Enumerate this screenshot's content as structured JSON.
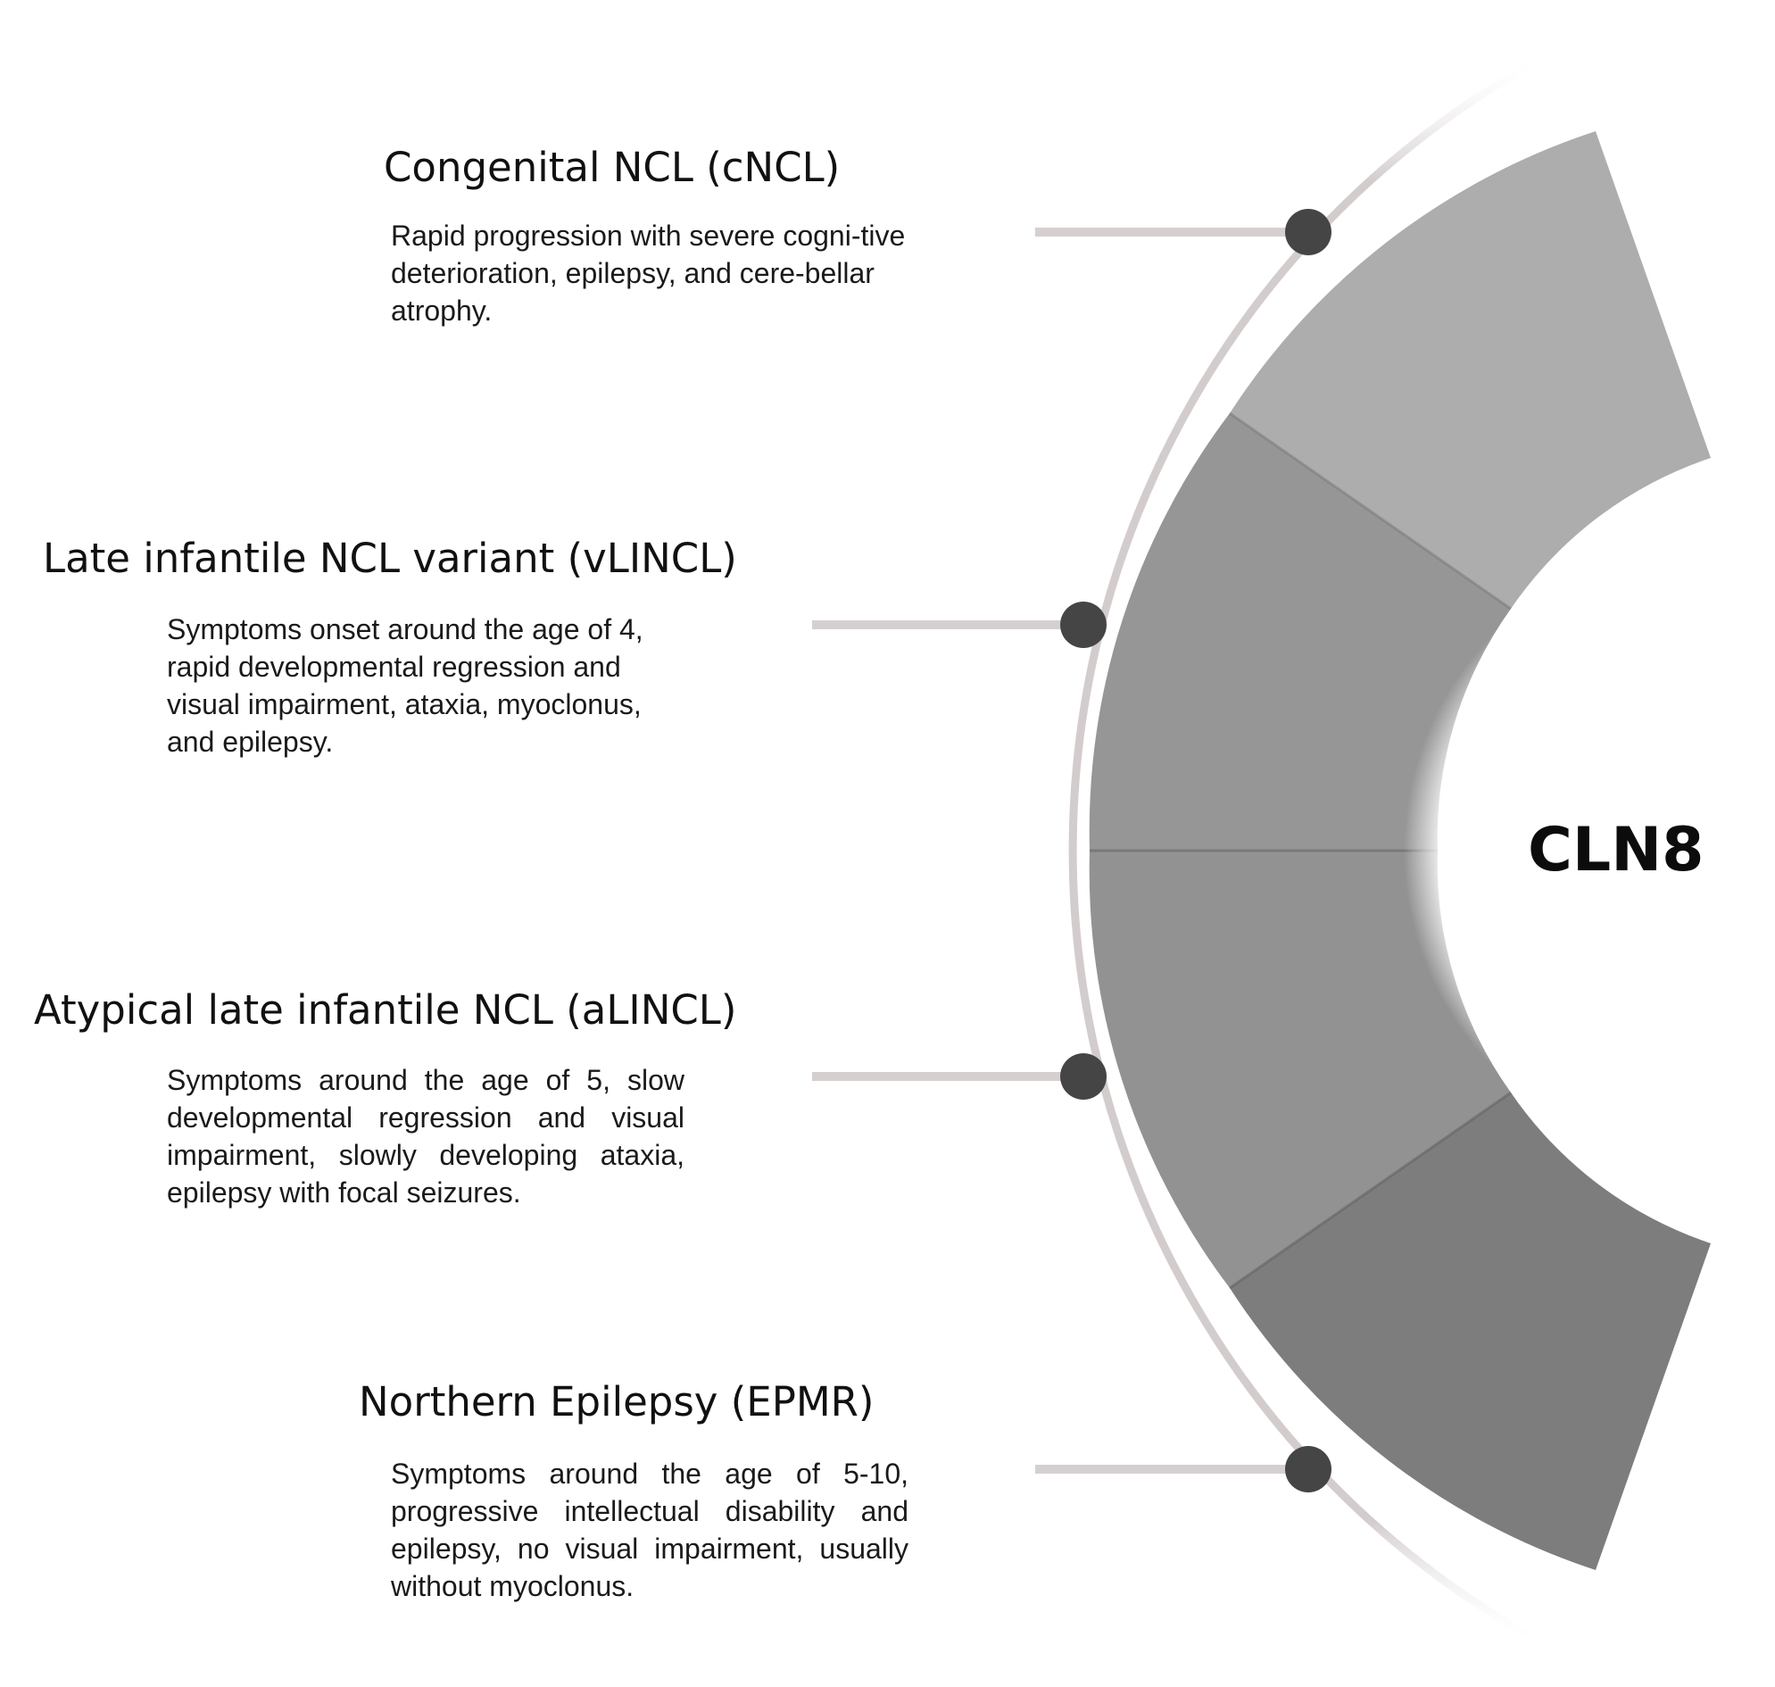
{
  "center_label": "CLN8",
  "categories": [
    {
      "title": "Congenital NCL (cNCL)",
      "description": "Rapid progression with severe cogni-tive deterioration, epilepsy, and cere-bellar atrophy."
    },
    {
      "title": "Late infantile NCL variant (vLINCL)",
      "description": "Symptoms onset around the age of 4, rapid developmental regression and visual impairment, ataxia, myoclonus, and epilepsy."
    },
    {
      "title": "Atypical late infantile NCL (aLINCL)",
      "description": "Symptoms around the age of 5, slow developmental regression and visual impairment, slowly developing ataxia, epilepsy with focal seizures."
    },
    {
      "title": "Northern Epilepsy (EPMR)",
      "description": "Symptoms around the age of 5-10, progressive intellectual disability and epilepsy, no visual impairment, usually without myoclonus."
    }
  ],
  "colors": {
    "segment_1": "#adadad",
    "segment_2": "#969696",
    "segment_3": "#929292",
    "segment_4": "#7d7d7d",
    "track": "#d3cccd",
    "connector": "#d6cfd0",
    "dot": "#454545",
    "text": "#111111"
  }
}
